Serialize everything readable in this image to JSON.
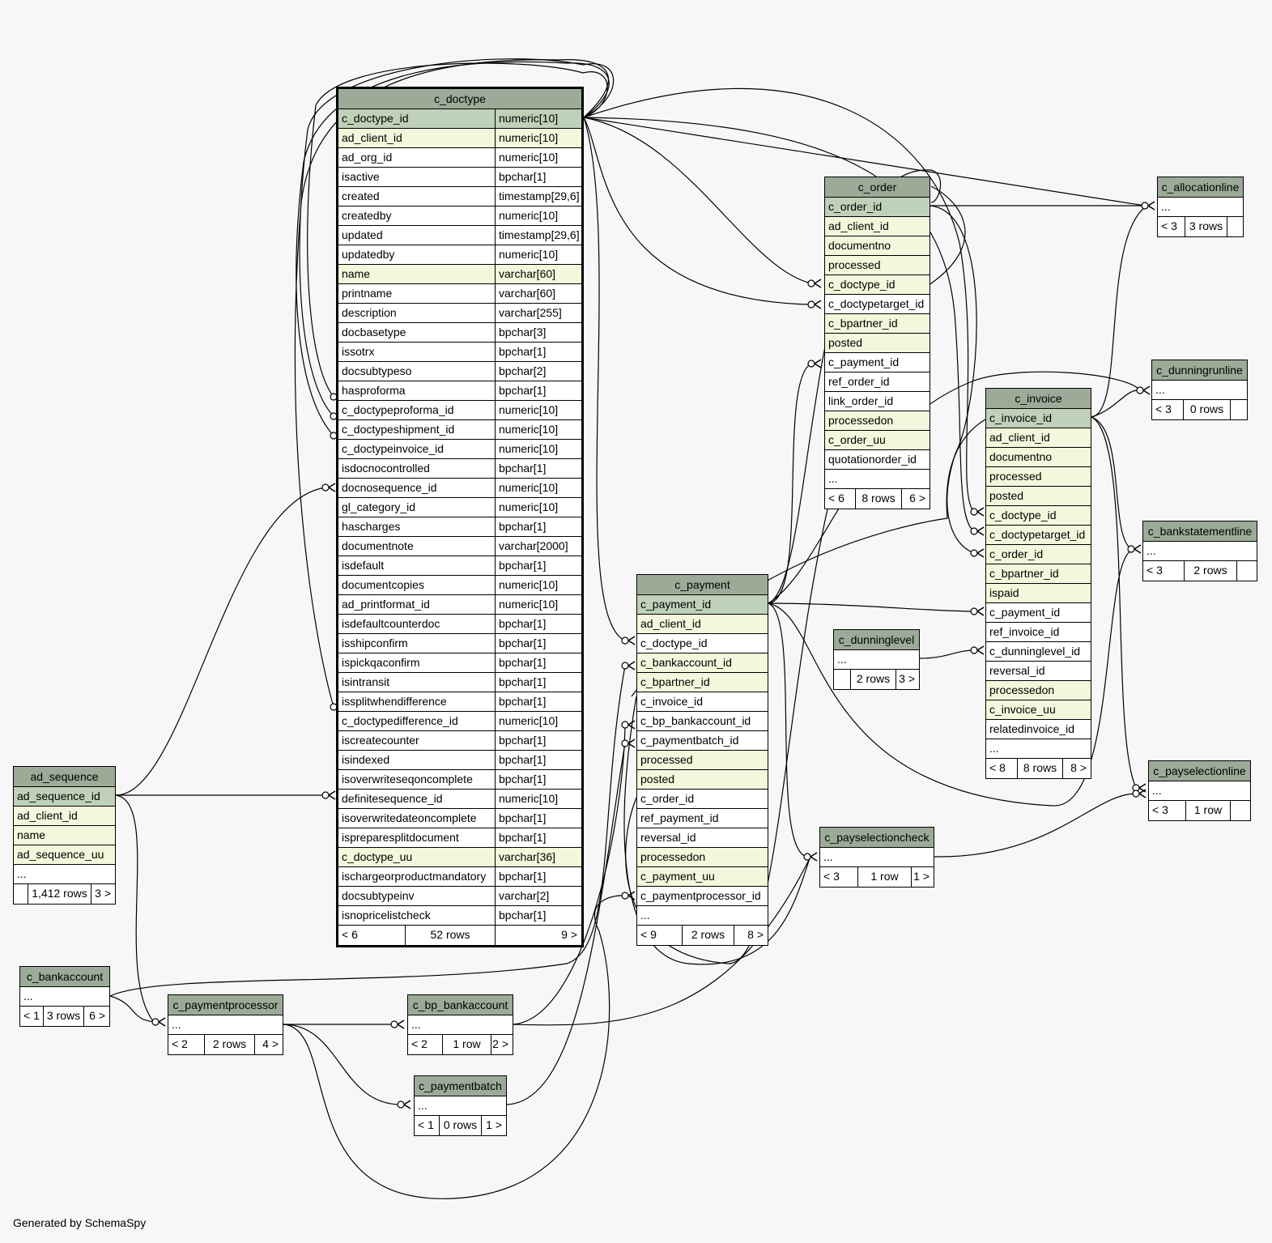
{
  "footer": "Generated by SchemaSpy",
  "colors": {
    "header": "#9cab98",
    "primary_key": "#bfd1b9",
    "indexed": "#f4f7db",
    "plain": "#ffffff",
    "background": "#f7f7f7"
  },
  "tables": {
    "c_doctype": {
      "name": "c_doctype",
      "columns": [
        {
          "name": "c_doctype_id",
          "type": "numeric[10]",
          "kind": "pk"
        },
        {
          "name": "ad_client_id",
          "type": "numeric[10]",
          "kind": "idx"
        },
        {
          "name": "ad_org_id",
          "type": "numeric[10]",
          "kind": "plain"
        },
        {
          "name": "isactive",
          "type": "bpchar[1]",
          "kind": "plain"
        },
        {
          "name": "created",
          "type": "timestamp[29,6]",
          "kind": "plain"
        },
        {
          "name": "createdby",
          "type": "numeric[10]",
          "kind": "plain"
        },
        {
          "name": "updated",
          "type": "timestamp[29,6]",
          "kind": "plain"
        },
        {
          "name": "updatedby",
          "type": "numeric[10]",
          "kind": "plain"
        },
        {
          "name": "name",
          "type": "varchar[60]",
          "kind": "idx"
        },
        {
          "name": "printname",
          "type": "varchar[60]",
          "kind": "plain"
        },
        {
          "name": "description",
          "type": "varchar[255]",
          "kind": "plain"
        },
        {
          "name": "docbasetype",
          "type": "bpchar[3]",
          "kind": "plain"
        },
        {
          "name": "issotrx",
          "type": "bpchar[1]",
          "kind": "plain"
        },
        {
          "name": "docsubtypeso",
          "type": "bpchar[2]",
          "kind": "plain"
        },
        {
          "name": "hasproforma",
          "type": "bpchar[1]",
          "kind": "plain"
        },
        {
          "name": "c_doctypeproforma_id",
          "type": "numeric[10]",
          "kind": "plain"
        },
        {
          "name": "c_doctypeshipment_id",
          "type": "numeric[10]",
          "kind": "plain"
        },
        {
          "name": "c_doctypeinvoice_id",
          "type": "numeric[10]",
          "kind": "plain"
        },
        {
          "name": "isdocnocontrolled",
          "type": "bpchar[1]",
          "kind": "plain"
        },
        {
          "name": "docnosequence_id",
          "type": "numeric[10]",
          "kind": "plain"
        },
        {
          "name": "gl_category_id",
          "type": "numeric[10]",
          "kind": "plain"
        },
        {
          "name": "hascharges",
          "type": "bpchar[1]",
          "kind": "plain"
        },
        {
          "name": "documentnote",
          "type": "varchar[2000]",
          "kind": "plain"
        },
        {
          "name": "isdefault",
          "type": "bpchar[1]",
          "kind": "plain"
        },
        {
          "name": "documentcopies",
          "type": "numeric[10]",
          "kind": "plain"
        },
        {
          "name": "ad_printformat_id",
          "type": "numeric[10]",
          "kind": "plain"
        },
        {
          "name": "isdefaultcounterdoc",
          "type": "bpchar[1]",
          "kind": "plain"
        },
        {
          "name": "isshipconfirm",
          "type": "bpchar[1]",
          "kind": "plain"
        },
        {
          "name": "ispickqaconfirm",
          "type": "bpchar[1]",
          "kind": "plain"
        },
        {
          "name": "isintransit",
          "type": "bpchar[1]",
          "kind": "plain"
        },
        {
          "name": "issplitwhendifference",
          "type": "bpchar[1]",
          "kind": "plain"
        },
        {
          "name": "c_doctypedifference_id",
          "type": "numeric[10]",
          "kind": "plain"
        },
        {
          "name": "iscreatecounter",
          "type": "bpchar[1]",
          "kind": "plain"
        },
        {
          "name": "isindexed",
          "type": "bpchar[1]",
          "kind": "plain"
        },
        {
          "name": "isoverwriteseqoncomplete",
          "type": "bpchar[1]",
          "kind": "plain"
        },
        {
          "name": "definitesequence_id",
          "type": "numeric[10]",
          "kind": "plain"
        },
        {
          "name": "isoverwritedateoncomplete",
          "type": "bpchar[1]",
          "kind": "plain"
        },
        {
          "name": "ispreparesplitdocument",
          "type": "bpchar[1]",
          "kind": "plain"
        },
        {
          "name": "c_doctype_uu",
          "type": "varchar[36]",
          "kind": "idx"
        },
        {
          "name": "ischargeorproductmandatory",
          "type": "bpchar[1]",
          "kind": "plain"
        },
        {
          "name": "docsubtypeinv",
          "type": "varchar[2]",
          "kind": "plain"
        },
        {
          "name": "isnopricelistcheck",
          "type": "bpchar[1]",
          "kind": "plain"
        }
      ],
      "footer": [
        "< 6",
        "52 rows",
        "9 >"
      ]
    },
    "c_order": {
      "name": "c_order",
      "columns": [
        {
          "name": "c_order_id",
          "kind": "pk"
        },
        {
          "name": "ad_client_id",
          "kind": "idx"
        },
        {
          "name": "documentno",
          "kind": "idx"
        },
        {
          "name": "processed",
          "kind": "idx"
        },
        {
          "name": "c_doctype_id",
          "kind": "idx"
        },
        {
          "name": "c_doctypetarget_id",
          "kind": "plain"
        },
        {
          "name": "c_bpartner_id",
          "kind": "idx"
        },
        {
          "name": "posted",
          "kind": "idx"
        },
        {
          "name": "c_payment_id",
          "kind": "plain"
        },
        {
          "name": "ref_order_id",
          "kind": "plain"
        },
        {
          "name": "link_order_id",
          "kind": "plain"
        },
        {
          "name": "processedon",
          "kind": "idx"
        },
        {
          "name": "c_order_uu",
          "kind": "idx"
        },
        {
          "name": "quotationorder_id",
          "kind": "plain"
        },
        {
          "name": "...",
          "kind": "plain"
        }
      ],
      "footer": [
        "< 6",
        "8 rows",
        "6 >"
      ]
    },
    "c_invoice": {
      "name": "c_invoice",
      "columns": [
        {
          "name": "c_invoice_id",
          "kind": "pk"
        },
        {
          "name": "ad_client_id",
          "kind": "idx"
        },
        {
          "name": "documentno",
          "kind": "idx"
        },
        {
          "name": "processed",
          "kind": "idx"
        },
        {
          "name": "posted",
          "kind": "idx"
        },
        {
          "name": "c_doctype_id",
          "kind": "idx"
        },
        {
          "name": "c_doctypetarget_id",
          "kind": "idx"
        },
        {
          "name": "c_order_id",
          "kind": "idx"
        },
        {
          "name": "c_bpartner_id",
          "kind": "idx"
        },
        {
          "name": "ispaid",
          "kind": "idx"
        },
        {
          "name": "c_payment_id",
          "kind": "plain"
        },
        {
          "name": "ref_invoice_id",
          "kind": "plain"
        },
        {
          "name": "c_dunninglevel_id",
          "kind": "plain"
        },
        {
          "name": "reversal_id",
          "kind": "plain"
        },
        {
          "name": "processedon",
          "kind": "idx"
        },
        {
          "name": "c_invoice_uu",
          "kind": "idx"
        },
        {
          "name": "relatedinvoice_id",
          "kind": "plain"
        },
        {
          "name": "...",
          "kind": "plain"
        }
      ],
      "footer": [
        "< 8",
        "8 rows",
        "8 >"
      ]
    },
    "c_payment": {
      "name": "c_payment",
      "columns": [
        {
          "name": "c_payment_id",
          "kind": "pk"
        },
        {
          "name": "ad_client_id",
          "kind": "idx"
        },
        {
          "name": "c_doctype_id",
          "kind": "plain"
        },
        {
          "name": "c_bankaccount_id",
          "kind": "idx"
        },
        {
          "name": "c_bpartner_id",
          "kind": "idx"
        },
        {
          "name": "c_invoice_id",
          "kind": "plain"
        },
        {
          "name": "c_bp_bankaccount_id",
          "kind": "plain"
        },
        {
          "name": "c_paymentbatch_id",
          "kind": "plain"
        },
        {
          "name": "processed",
          "kind": "idx"
        },
        {
          "name": "posted",
          "kind": "idx"
        },
        {
          "name": "c_order_id",
          "kind": "plain"
        },
        {
          "name": "ref_payment_id",
          "kind": "plain"
        },
        {
          "name": "reversal_id",
          "kind": "plain"
        },
        {
          "name": "processedon",
          "kind": "idx"
        },
        {
          "name": "c_payment_uu",
          "kind": "idx"
        },
        {
          "name": "c_paymentprocessor_id",
          "kind": "plain"
        },
        {
          "name": "...",
          "kind": "plain"
        }
      ],
      "footer": [
        "< 9",
        "2 rows",
        "8 >"
      ]
    },
    "ad_sequence": {
      "name": "ad_sequence",
      "columns": [
        {
          "name": "ad_sequence_id",
          "kind": "pk"
        },
        {
          "name": "ad_client_id",
          "kind": "idx"
        },
        {
          "name": "name",
          "kind": "idx"
        },
        {
          "name": "ad_sequence_uu",
          "kind": "idx"
        },
        {
          "name": "...",
          "kind": "plain"
        }
      ],
      "footer": [
        "",
        "1,412 rows",
        "3 >"
      ]
    },
    "c_allocationline": {
      "name": "c_allocationline",
      "columns": [
        {
          "name": "...",
          "kind": "plain"
        }
      ],
      "footer": [
        "< 3",
        "3 rows",
        ""
      ]
    },
    "c_dunningrunline": {
      "name": "c_dunningrunline",
      "columns": [
        {
          "name": "...",
          "kind": "plain"
        }
      ],
      "footer": [
        "< 3",
        "0 rows",
        ""
      ]
    },
    "c_bankstatementline": {
      "name": "c_bankstatementline",
      "columns": [
        {
          "name": "...",
          "kind": "plain"
        }
      ],
      "footer": [
        "< 3",
        "2 rows",
        ""
      ]
    },
    "c_payselectionline": {
      "name": "c_payselectionline",
      "columns": [
        {
          "name": "...",
          "kind": "plain"
        }
      ],
      "footer": [
        "< 3",
        "1 row",
        ""
      ]
    },
    "c_dunninglevel": {
      "name": "c_dunninglevel",
      "columns": [
        {
          "name": "...",
          "kind": "plain"
        }
      ],
      "footer": [
        "",
        "2 rows",
        "3 >"
      ]
    },
    "c_payselectioncheck": {
      "name": "c_payselectioncheck",
      "columns": [
        {
          "name": "...",
          "kind": "plain"
        }
      ],
      "footer": [
        "< 3",
        "1 row",
        "1 >"
      ]
    },
    "c_bankaccount": {
      "name": "c_bankaccount",
      "columns": [
        {
          "name": "...",
          "kind": "plain"
        }
      ],
      "footer": [
        "< 1",
        "3 rows",
        "6 >"
      ]
    },
    "c_paymentprocessor": {
      "name": "c_paymentprocessor",
      "columns": [
        {
          "name": "...",
          "kind": "plain"
        }
      ],
      "footer": [
        "< 2",
        "2 rows",
        "4 >"
      ]
    },
    "c_bp_bankaccount": {
      "name": "c_bp_bankaccount",
      "columns": [
        {
          "name": "...",
          "kind": "plain"
        }
      ],
      "footer": [
        "< 2",
        "1 row",
        "2 >"
      ]
    },
    "c_paymentbatch": {
      "name": "c_paymentbatch",
      "columns": [
        {
          "name": "...",
          "kind": "plain"
        }
      ],
      "footer": [
        "< 1",
        "0 rows",
        "1 >"
      ]
    }
  }
}
